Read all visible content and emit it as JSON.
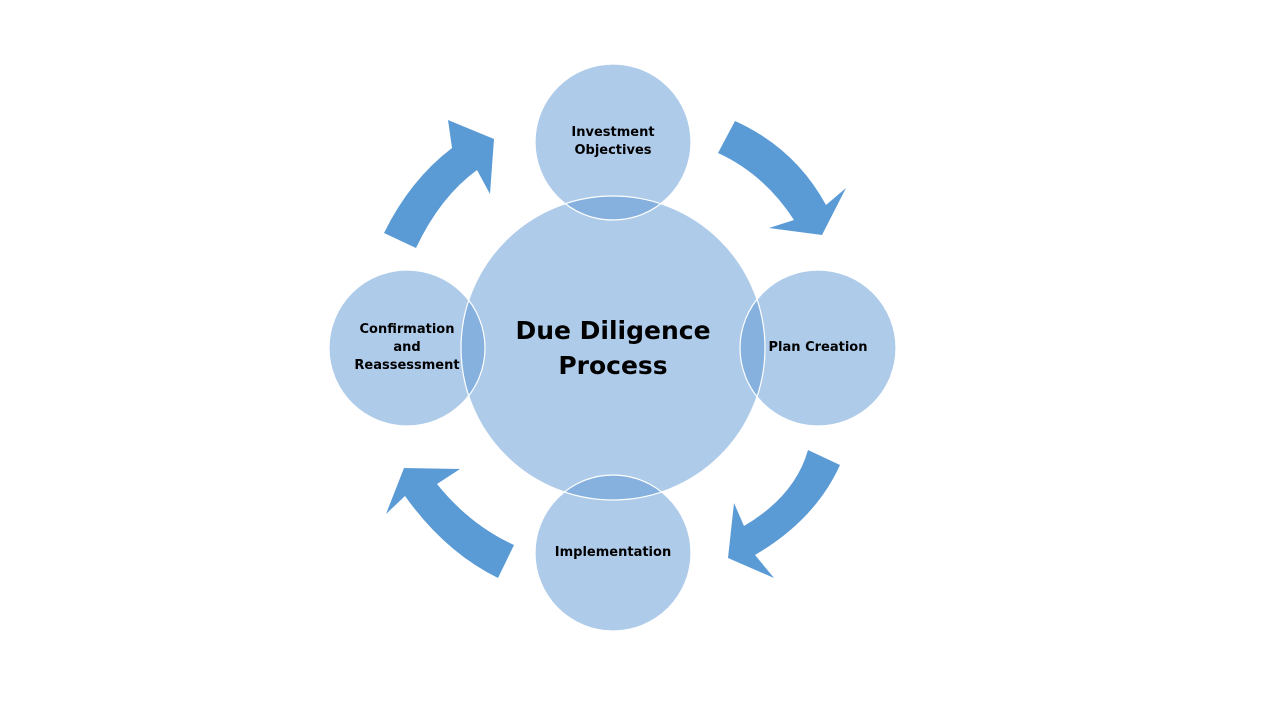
{
  "diagram": {
    "center_label": "Due Diligence\nProcess",
    "stages": [
      {
        "label": "Investment\nObjectives"
      },
      {
        "label": "Plan Creation"
      },
      {
        "label": "Implementation"
      },
      {
        "label": "Confirmation\nand\nReassessment"
      }
    ],
    "colors": {
      "circle_fill": "#aecbea",
      "overlap_fill": "#86b1df",
      "arrow_fill": "#5b9bd5",
      "circle_stroke": "#ffffff"
    }
  }
}
